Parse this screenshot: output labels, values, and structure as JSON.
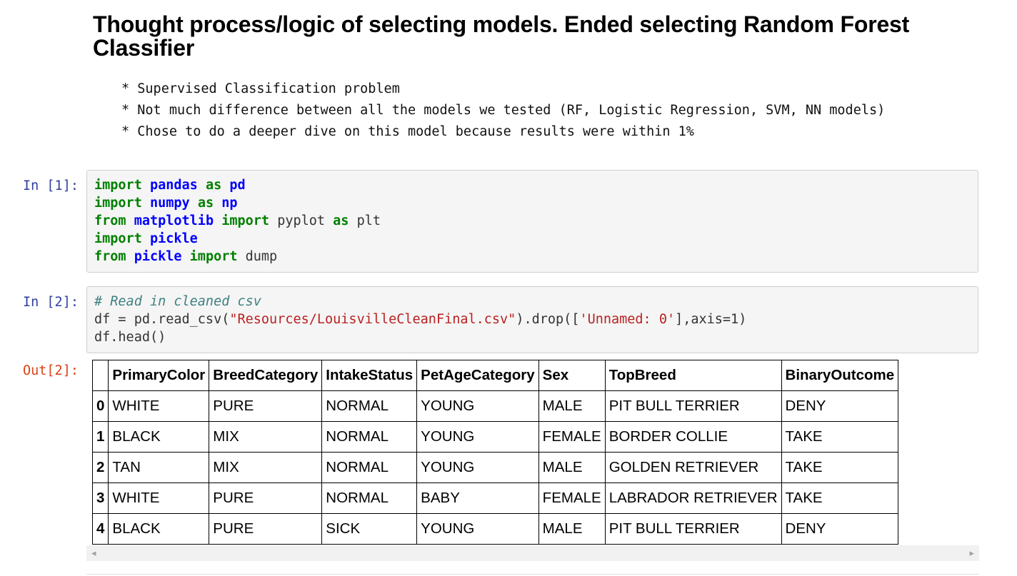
{
  "markdown": {
    "title": "Thought process/logic of selecting models. Ended selecting Random Forest Classifier",
    "bullets": [
      "* Supervised Classification problem",
      "* Not much difference between all the models we tested (RF, Logistic Regression, SVM, NN models)",
      "* Chose to do a deeper dive on this model because results were within 1%"
    ]
  },
  "cell1": {
    "prompt": "In [1]:",
    "lines": [
      [
        "import",
        "pandas",
        "as",
        "pd"
      ],
      [
        "import",
        "numpy",
        "as",
        "np"
      ],
      [
        "from",
        "matplotlib",
        "import",
        "pyplot",
        "as",
        "plt"
      ],
      [
        "import",
        "pickle"
      ],
      [
        "from",
        "pickle",
        "import",
        "dump"
      ]
    ]
  },
  "cell2": {
    "prompt": "In [2]:",
    "comment": "# Read in cleaned csv",
    "line2_a": "df = pd.read_csv(",
    "line2_str1": "\"Resources/LouisvilleCleanFinal.csv\"",
    "line2_b": ").drop([",
    "line2_str2": "'Unnamed: 0'",
    "line2_c": "],axis=1)",
    "line3": "df.head()"
  },
  "output2": {
    "prompt": "Out[2]:",
    "columns": [
      "",
      "PrimaryColor",
      "BreedCategory",
      "IntakeStatus",
      "PetAgeCategory",
      "Sex",
      "TopBreed",
      "BinaryOutcome"
    ],
    "rows": [
      [
        "0",
        "WHITE",
        "PURE",
        "NORMAL",
        "YOUNG",
        "MALE",
        "PIT BULL TERRIER",
        "DENY"
      ],
      [
        "1",
        "BLACK",
        "MIX",
        "NORMAL",
        "YOUNG",
        "FEMALE",
        "BORDER COLLIE",
        "TAKE"
      ],
      [
        "2",
        "TAN",
        "MIX",
        "NORMAL",
        "YOUNG",
        "MALE",
        "GOLDEN RETRIEVER",
        "TAKE"
      ],
      [
        "3",
        "WHITE",
        "PURE",
        "NORMAL",
        "BABY",
        "FEMALE",
        "LABRADOR RETRIEVER",
        "TAKE"
      ],
      [
        "4",
        "BLACK",
        "PURE",
        "SICK",
        "YOUNG",
        "MALE",
        "PIT BULL TERRIER",
        "DENY"
      ]
    ]
  },
  "scrollbar": {
    "left_arrow": "◂",
    "right_arrow": "▸"
  },
  "colors": {
    "keyword": "#008000",
    "module": "#0000ff",
    "comment": "#408080",
    "string": "#ba2121",
    "in_prompt": "#303f9f",
    "out_prompt": "#d84315"
  }
}
